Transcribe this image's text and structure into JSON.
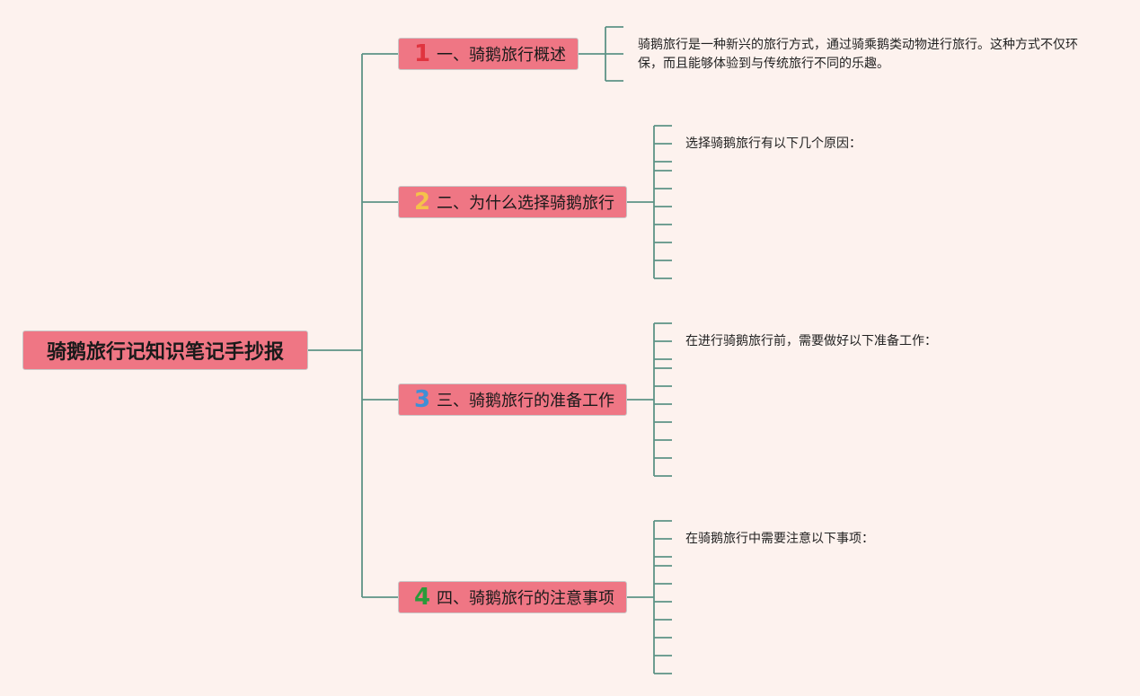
{
  "root": {
    "title": "骑鹅旅行记知识笔记手抄报"
  },
  "branches": [
    {
      "number": "1",
      "number_color": "#e0343f",
      "label": "一、骑鹅旅行概述",
      "text": "骑鹅旅行是一种新兴的旅行方式，通过骑乘鹅类动物进行旅行。这种方式不仅环保，而且能够体验到与传统旅行不同的乐趣。"
    },
    {
      "number": "2",
      "number_color": "#f5c24a",
      "label": "二、为什么选择骑鹅旅行",
      "text": "选择骑鹅旅行有以下几个原因："
    },
    {
      "number": "3",
      "number_color": "#3f8fd6",
      "label": "三、骑鹅旅行的准备工作",
      "text": "在进行骑鹅旅行前，需要做好以下准备工作："
    },
    {
      "number": "4",
      "number_color": "#2a9a3a",
      "label": "四、骑鹅旅行的注意事项",
      "text": "在骑鹅旅行中需要注意以下事项："
    }
  ],
  "colors": {
    "line": "#5d9386",
    "node": "#ef7684",
    "background": "#fdf2ee"
  }
}
